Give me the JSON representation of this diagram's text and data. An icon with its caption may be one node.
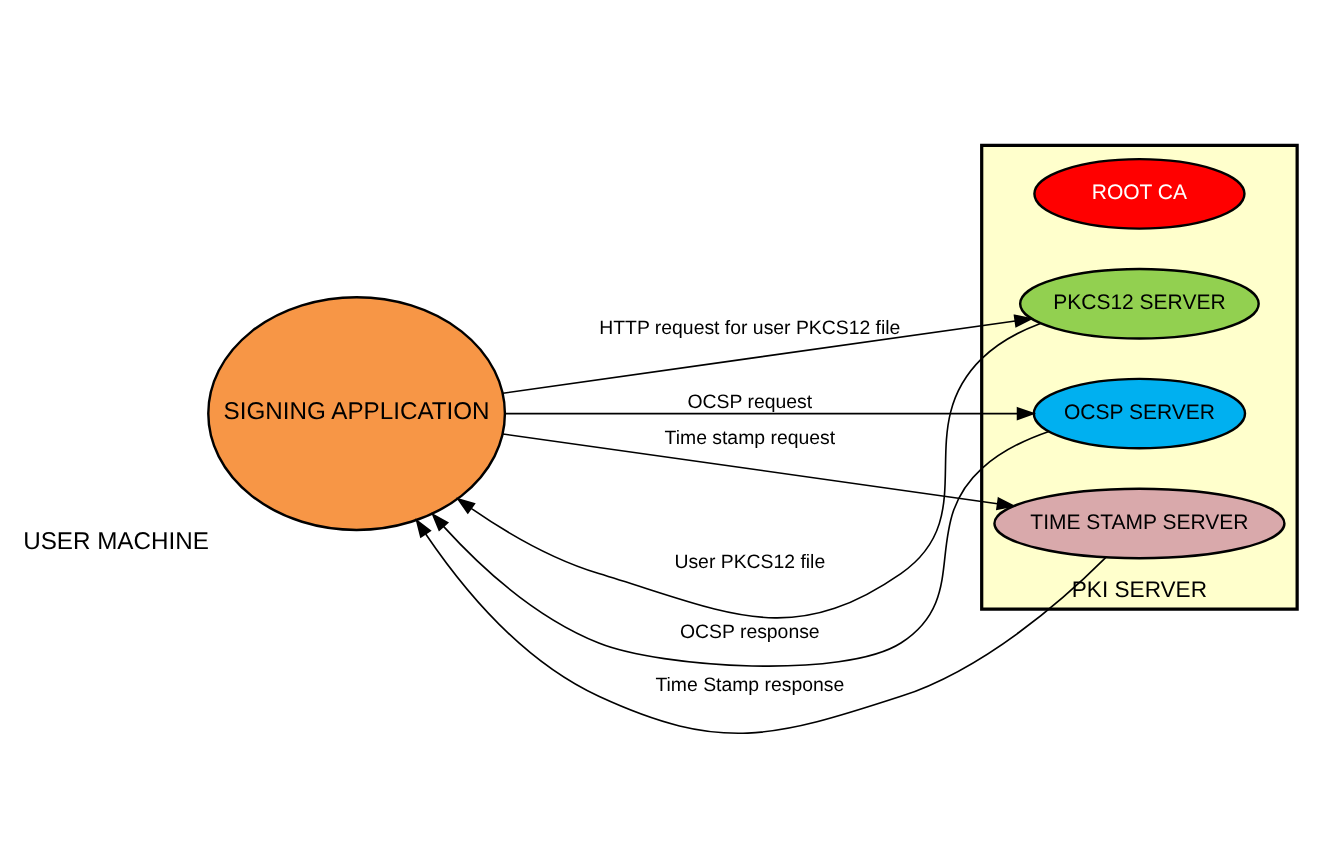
{
  "diagram": {
    "nodes": [
      {
        "text": [
          "SIGNING APPLICATION"
        ],
        "beside": [
          "USER MACHINE"
        ]
      },
      {
        "text": [
          "PKI SERVER"
        ]
      },
      {
        "text": [
          "ROOT CA"
        ],
        "in": 1
      },
      {
        "text": [
          "PKCS12 SERVER"
        ],
        "in": 1
      },
      {
        "text": [
          "OCSP SERVER"
        ],
        "in": 1
      },
      {
        "text": [
          "TIME STAMP SERVER"
        ],
        "in": 1
      }
    ],
    "edges": [
      {
        "from": 0,
        "to": 3,
        "arrow": "to",
        "label": "HTTP request for user PKCS12 file"
      },
      {
        "from": 3,
        "to": 0,
        "arrow": "to",
        "label": "User PKCS12 file"
      },
      {
        "from": 0,
        "to": 4,
        "arrow": "to",
        "label": "OCSP request"
      },
      {
        "from": 4,
        "to": 0,
        "arrow": "to",
        "label": "OCSP response"
      },
      {
        "from": 0,
        "to": 5,
        "arrow": "to",
        "label": "Time stamp request"
      },
      {
        "from": 5,
        "to": 0,
        "arrow": "to",
        "label": "Time Stamp response"
      }
    ]
  }
}
